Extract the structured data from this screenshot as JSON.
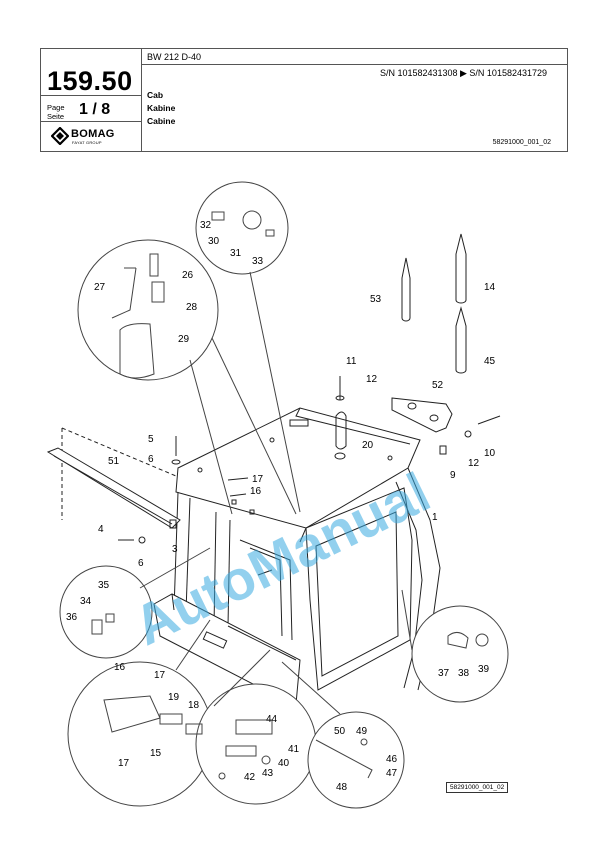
{
  "header": {
    "model": "BW 212 D-40",
    "serial_range": "S/N 101582431308  ▶  S/N 101582431729",
    "page_number": "159.50",
    "page_label_en": "Page",
    "page_label_de": "Seite",
    "page_of": "1 / 8",
    "brand_name": "BOMAG",
    "brand_sub": "FAYAT GROUP",
    "title_en": "Cab",
    "title_de": "Kabine",
    "title_fr": "Cabine",
    "doc_id": "58291000_001_02"
  },
  "drawing": {
    "reference_id": "58291000_001_02",
    "watermark": "AutoManual",
    "callouts": [
      "1",
      "3",
      "4",
      "5",
      "6",
      "6",
      "9",
      "10",
      "11",
      "12",
      "12",
      "14",
      "15",
      "16",
      "16",
      "17",
      "17",
      "17",
      "18",
      "19",
      "20",
      "26",
      "27",
      "28",
      "29",
      "30",
      "31",
      "32",
      "33",
      "34",
      "35",
      "36",
      "37",
      "38",
      "39",
      "40",
      "41",
      "42",
      "43",
      "44",
      "45",
      "46",
      "47",
      "48",
      "49",
      "50",
      "51",
      "52",
      "53"
    ]
  }
}
